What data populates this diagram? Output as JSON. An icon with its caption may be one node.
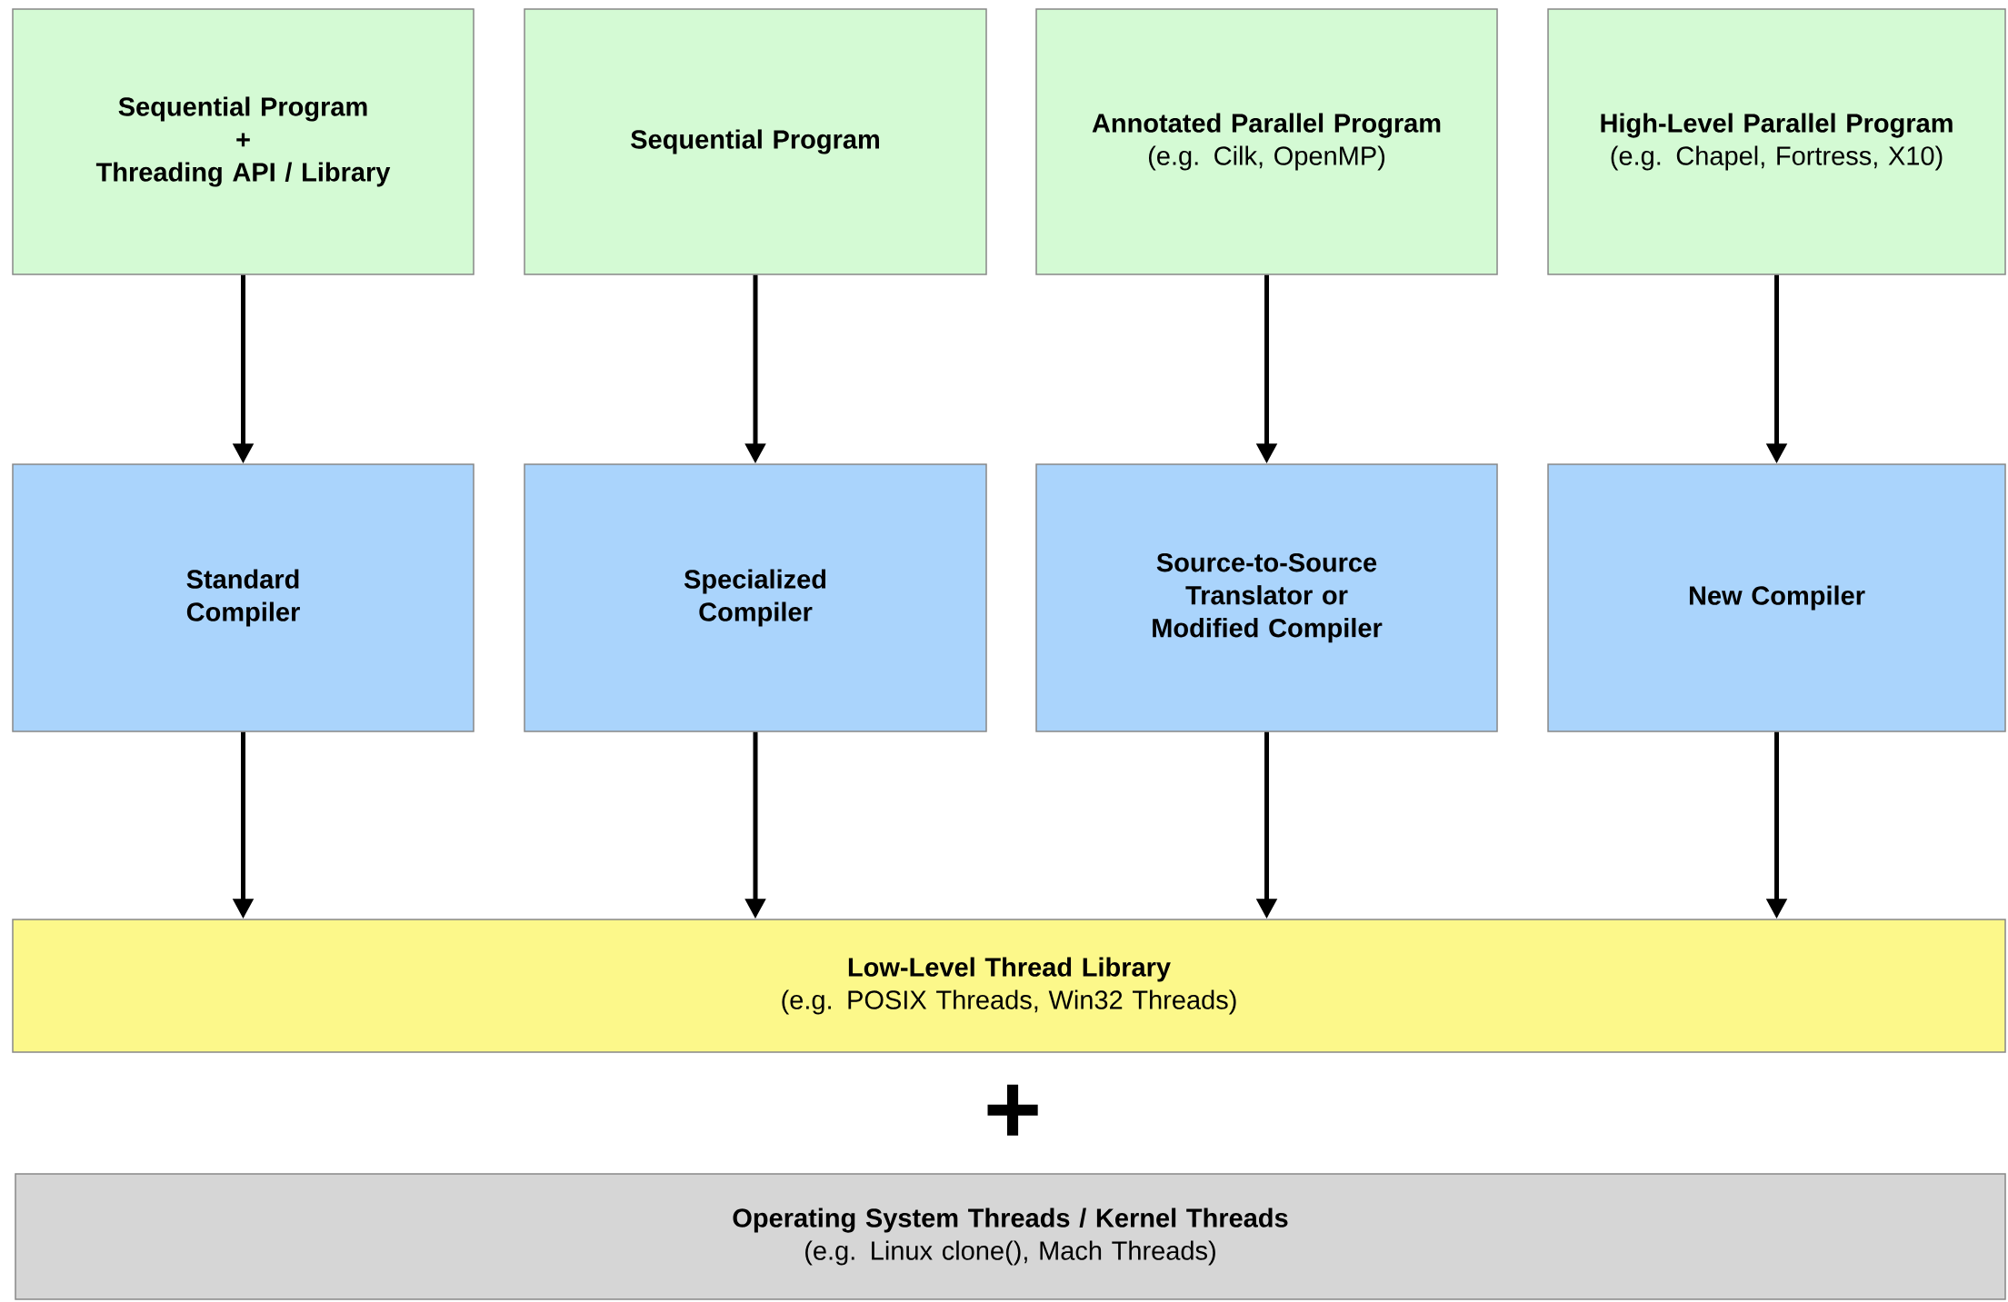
{
  "diagram": {
    "nodes": [
      {
        "text": [
          "Sequential Program",
          "+",
          "Threading API / Library"
        ]
      },
      {
        "text": [
          "Sequential Program"
        ]
      },
      {
        "text": [
          "Annotated Parallel Program",
          "(e.g. Cilk, OpenMP)"
        ]
      },
      {
        "text": [
          "High-Level Parallel Program",
          "(e.g. Chapel, Fortress, X10)"
        ]
      },
      {
        "text": [
          "Standard Compiler"
        ]
      },
      {
        "text": [
          "Specialized Compiler"
        ]
      },
      {
        "text": [
          "Source-to-Source Translator or Modified Compiler"
        ]
      },
      {
        "text": [
          "New Compiler"
        ]
      },
      {
        "text": [
          "Low-Level Thread Library",
          "(e.g. POSIX Threads, Win32 Threads)"
        ]
      },
      {
        "text": [
          "Operating System Threads / Kernel Threads",
          "(e.g. Linux clone(), Mach Threads)"
        ]
      }
    ],
    "edges": [
      {
        "from": 0,
        "to": 4,
        "arrow": "to"
      },
      {
        "from": 1,
        "to": 5,
        "arrow": "to"
      },
      {
        "from": 2,
        "to": 6,
        "arrow": "to"
      },
      {
        "from": 3,
        "to": 7,
        "arrow": "to"
      },
      {
        "from": 4,
        "to": 8,
        "arrow": "to"
      },
      {
        "from": 5,
        "to": 8,
        "arrow": "to"
      },
      {
        "from": 6,
        "to": 8,
        "arrow": "to"
      },
      {
        "from": 7,
        "to": 8,
        "arrow": "to"
      }
    ],
    "labels": [
      "+"
    ]
  }
}
